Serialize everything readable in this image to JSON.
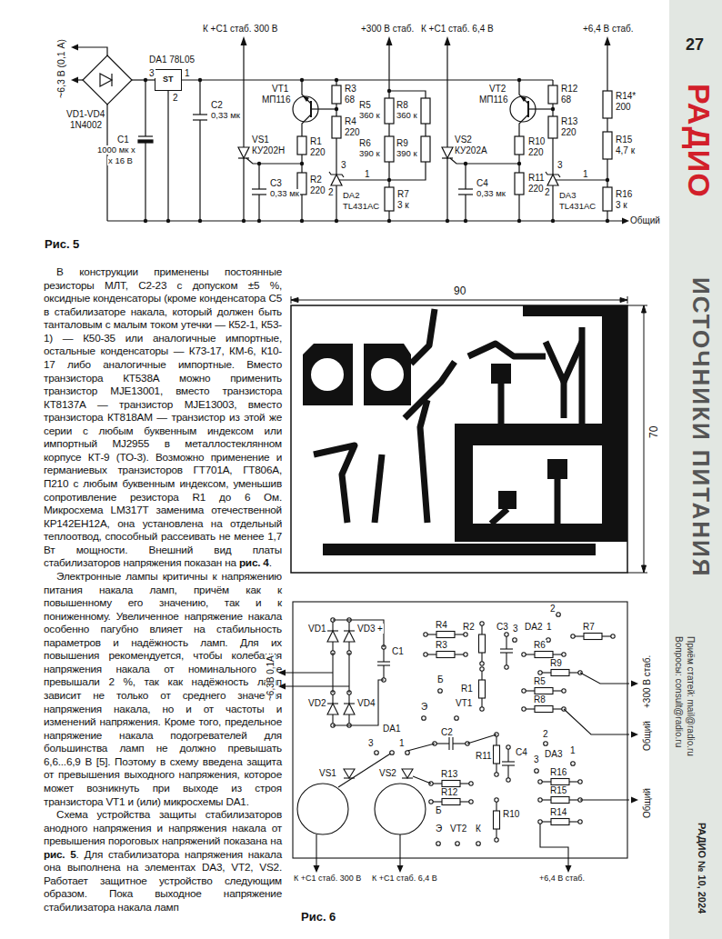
{
  "diagram": {
    "nodes": [
      {
        "text": [
          "27",
          "РАДИО",
          "ИСТОЧНИКИ ПИТАНИЯ",
          "Приём статей: mail@radio.ru",
          "Вопросы: consult@radio.ru",
          "РАДИО № 10, 2024"
        ]
      },
      {
        "text": [
          "ST"
        ]
      }
    ],
    "edges": [],
    "labels": [
      "~6,3 В (0,1 А)",
      "DA1 78L05",
      "3",
      "1",
      "2",
      "C2",
      "0,33 мк",
      "VD1-VD4",
      "1N4002",
      "C1",
      "1000 мк х",
      "х 16 В",
      "К +С1 стаб. 300 В",
      "VS1",
      "КУ202Н",
      "VT1",
      "МП116",
      "R1",
      "220",
      "R2",
      "220",
      "C3",
      "0,33 мк",
      "+300 В стаб.",
      "R3",
      "68",
      "R4",
      "220",
      "R5",
      "360 к",
      "R6",
      "390 к",
      "R8",
      "360 к",
      "R9",
      "390 к",
      "R7",
      "3 к",
      "3",
      "1",
      "2",
      "DA2",
      "TL431AC",
      "К +С1 стаб. 6,4 В",
      "+6,4 В стаб.",
      "VT2",
      "МП116",
      "R12",
      "68",
      "R13",
      "220",
      "R14*",
      "200",
      "R15",
      "4,7 к",
      "VS2",
      "КУ202А",
      "R10",
      "220",
      "R11",
      "220",
      "C4",
      "0,33 мк",
      "3",
      "1",
      "2",
      "DA3",
      "TL431AC",
      "R16",
      "3 к",
      "Общий",
      "Рис. 5",
      "В конструкции применены постоянные резисторы МЛТ, С2-23 с допуском ±5 %, оксидные конденсаторы (кроме конденсатора С5 в стабилизаторе накала, который должен быть танталовым с малым током утечки — К52-1, К53-1) — К50-35 или аналогичные импортные, остальные конденсаторы — К73-17, КМ-6, К10-17 либо аналогичные импортные. Вместо транзистора КТ538А можно применить транзистор MJE13001, вместо транзистора КТ8137А — транзистор MJE13003, вместо транзистора КТ818АМ — транзистор из этой же серии с любым буквенным индексом или импортный MJ2955 в металлостеклянном корпусе КТ-9 (ТО-3). Возможно применение и германиевых транзисторов ГТ701А, ГТ806А, П210 с любым буквенным индексом, уменьшив сопротивление резистора R1 до 6 Ом. Микросхема LM317T заменима отечественной КР142ЕН12А, она установлена на отдельный теплоотвод, способный рассеивать не менее 1,7 Вт мощности. Внешний вид платы стабилизаторов напряжения показан на ",
      "рис. 4",
      ".",
      "Электронные лампы критичны к напряжению питания накала ламп, причём как к повышенному его значению, так и к пониженному. Увеличенное напряжение накала особенно пагубно влияет на стабильность параметров и надёжность ламп. Для их повышения рекомендуется, чтобы колебания напряжения накала от номинального не превышали 2 %, так как надёжность ламп зависит не только от среднего значения напряжения накала, но и от частоты и изменений напряжения. Кроме того, предельное напряжение накала подогревателей для большинства ламп не должно превышать 6,6...6,9 В [5]. Поэтому в схему введена защита от превышения выходного напряжения, которое может возникнуть при выходе из строя транзистора VT1 и (или) микросхемы DA1.",
      "Схема устройства защиты стабилизаторов анодного напряжения и напряжения накала от превышения пороговых напряжений показана на ",
      "рис. 5",
      ". Для стабилизатора напряжения накала она выполнена на элементах DA3, VT2, VS2. Работает защитное устройство следующим образом. Пока выходное напряжение стабилизатора накала ламп",
      "90",
      "70",
      "VD1",
      "VD3",
      "+",
      "C1",
      "R4",
      "R3",
      "R2",
      "C3",
      "3",
      "DA2",
      "1",
      "2",
      "R7",
      "R6",
      "R9",
      "R5",
      "R8",
      "Б",
      "R1",
      "Э",
      "VT1",
      "VD2",
      "VD4",
      "DA1",
      "3",
      "1",
      "C2",
      "2",
      "R11",
      "C4",
      "3",
      "DA3",
      "1",
      "VS1",
      "VS2",
      "R13",
      "R12",
      "R16",
      "R15",
      "R14",
      "Б",
      "R10",
      "Э",
      "VT2",
      "К",
      "~6,3В 0,1А",
      "+300 В стаб.",
      "Общий",
      "Общий",
      "К +С1 стаб. 300 В",
      "К +С1 стаб. 6,4 В",
      "+6,4 В стаб.",
      "Рис. 6"
    ]
  }
}
